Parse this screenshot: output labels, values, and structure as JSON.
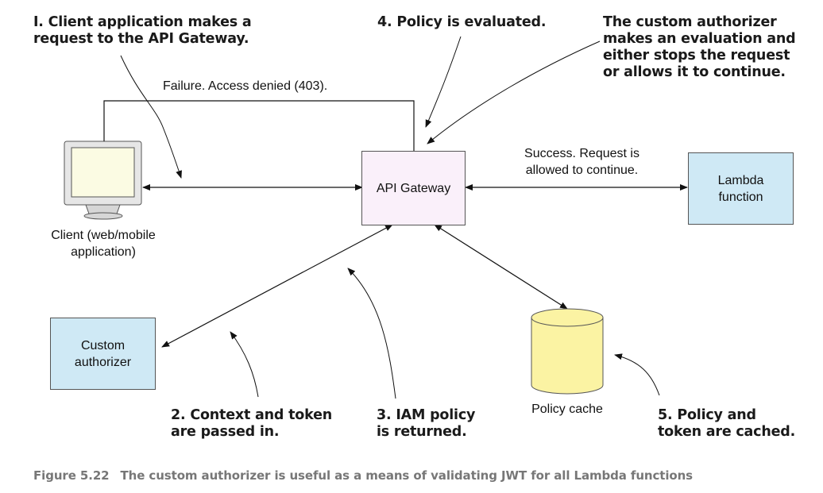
{
  "callouts": {
    "step1": "I. Client application makes a\nrequest to the API Gateway.",
    "step4": "4. Policy is evaluated.",
    "authorizer_note": "The custom authorizer\nmakes an evaluation and\neither stops the request\nor allows it to continue.",
    "step2": "2. Context and token\nare passed in.",
    "step3": "3. IAM policy\nis returned.",
    "step5": "5. Policy and\ntoken are cached."
  },
  "labels": {
    "failure": "Failure. Access denied (403).",
    "success": "Success. Request is\nallowed to continue.",
    "client": "Client (web/mobile\napplication)",
    "policy_cache": "Policy cache"
  },
  "boxes": {
    "api_gateway": "API Gateway",
    "lambda": "Lambda\nfunction",
    "custom_authorizer": "Custom\nauthorizer"
  },
  "caption": {
    "number": "Figure 5.22",
    "text": "The custom authorizer is useful as a means of validating JWT for all Lambda functions"
  },
  "colors": {
    "service_box": "#cfe9f5",
    "gateway_box": "#faf0fa",
    "cache": "#fbf3a3",
    "caption": "#777777"
  },
  "icons": [
    "monitor-icon",
    "database-cylinder-icon"
  ]
}
